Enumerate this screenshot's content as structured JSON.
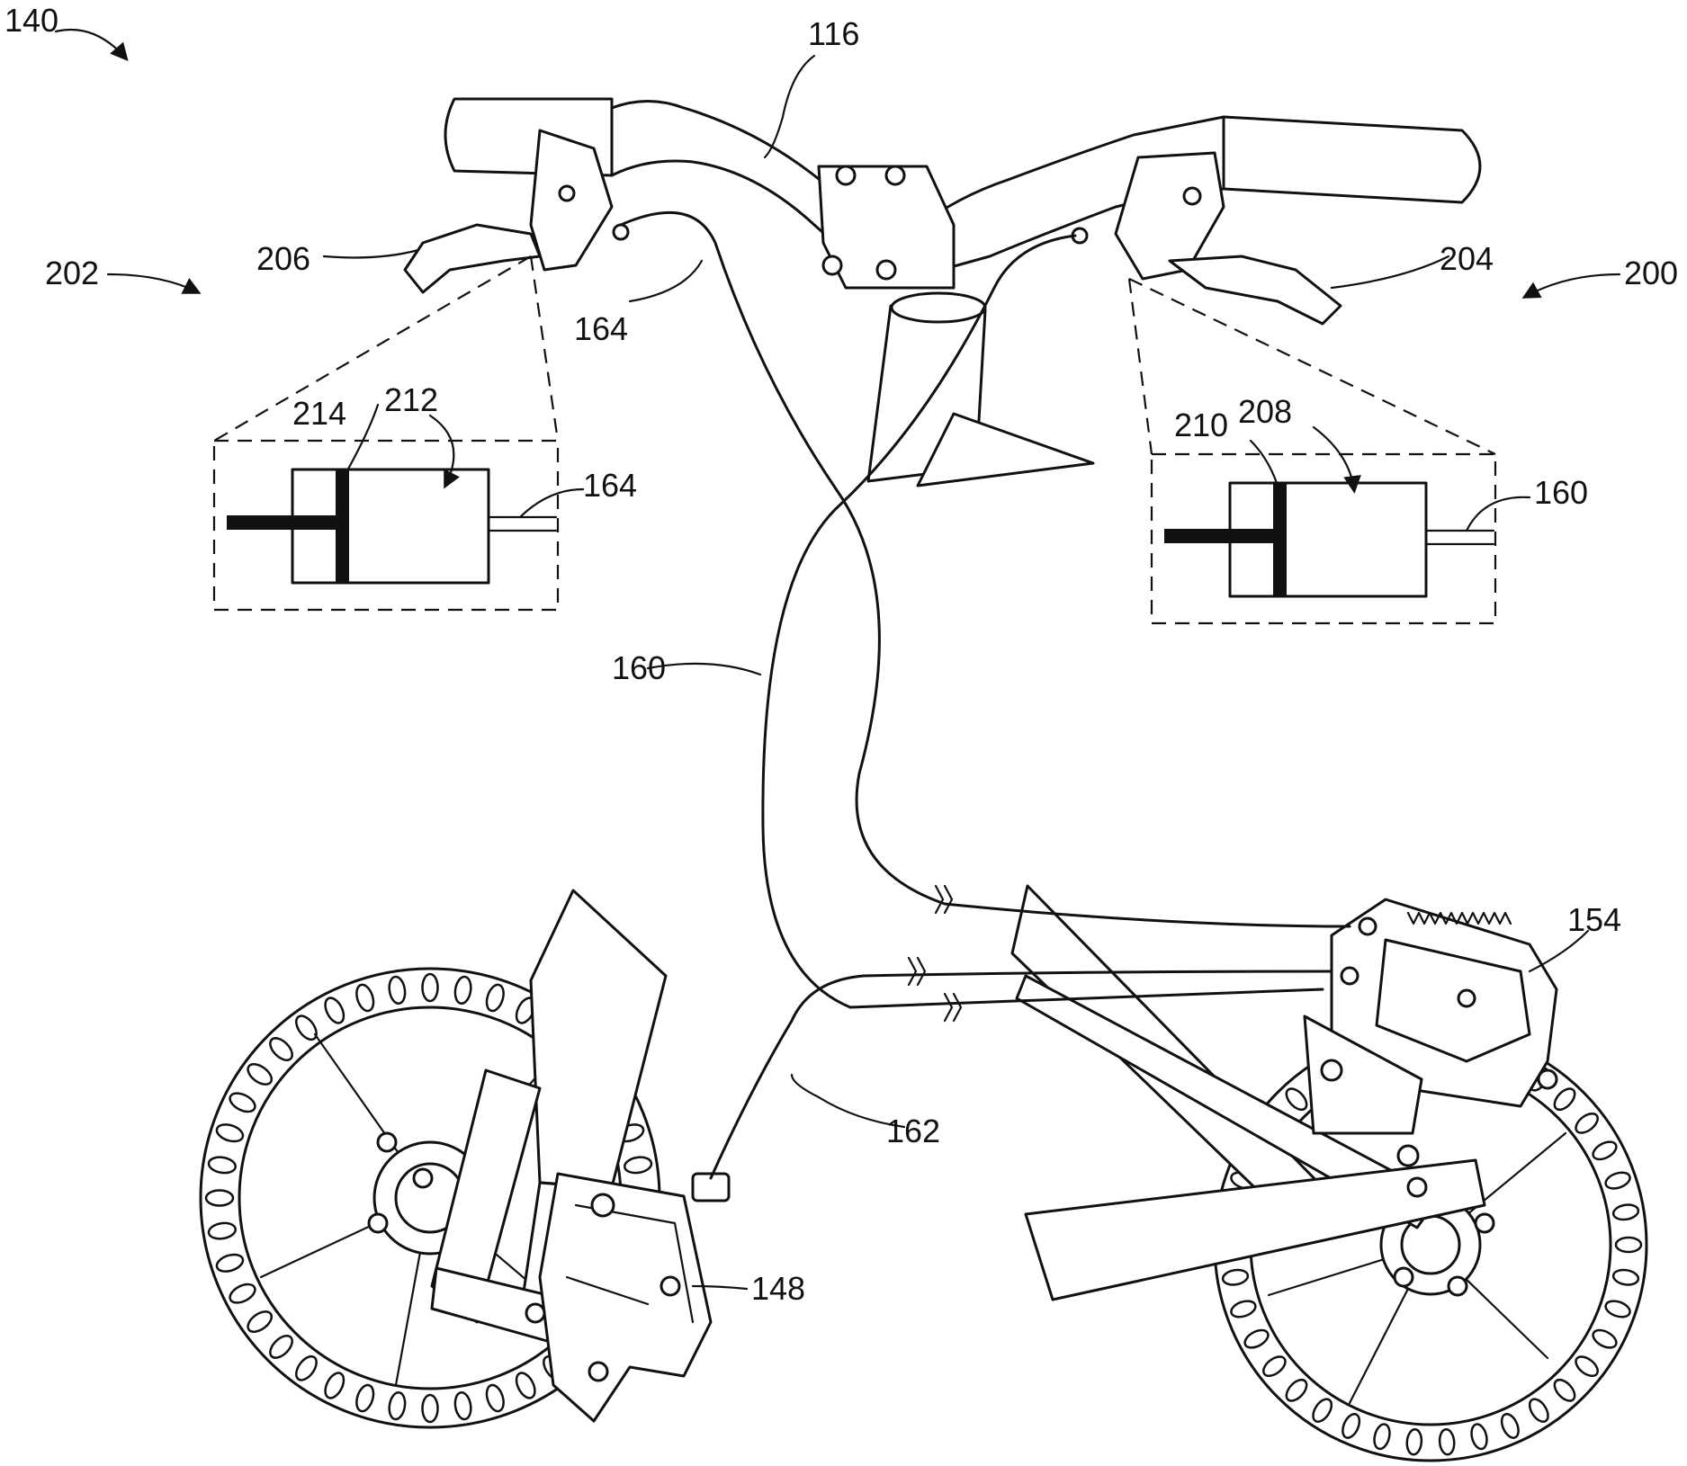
{
  "figure": {
    "labels": {
      "assembly": "140",
      "handlebar": "116",
      "right_control": "200",
      "left_control": "202",
      "right_lever": "204",
      "left_lever": "206",
      "right_master_cylinder": "208",
      "right_piston": "210",
      "left_master_cylinder": "212",
      "left_piston": "214",
      "left_line_inset": "164",
      "left_line": "164",
      "right_line_inset": "160",
      "right_line": "160",
      "front_line": "162",
      "front_caliper": "148",
      "rear_caliper": "154"
    }
  }
}
